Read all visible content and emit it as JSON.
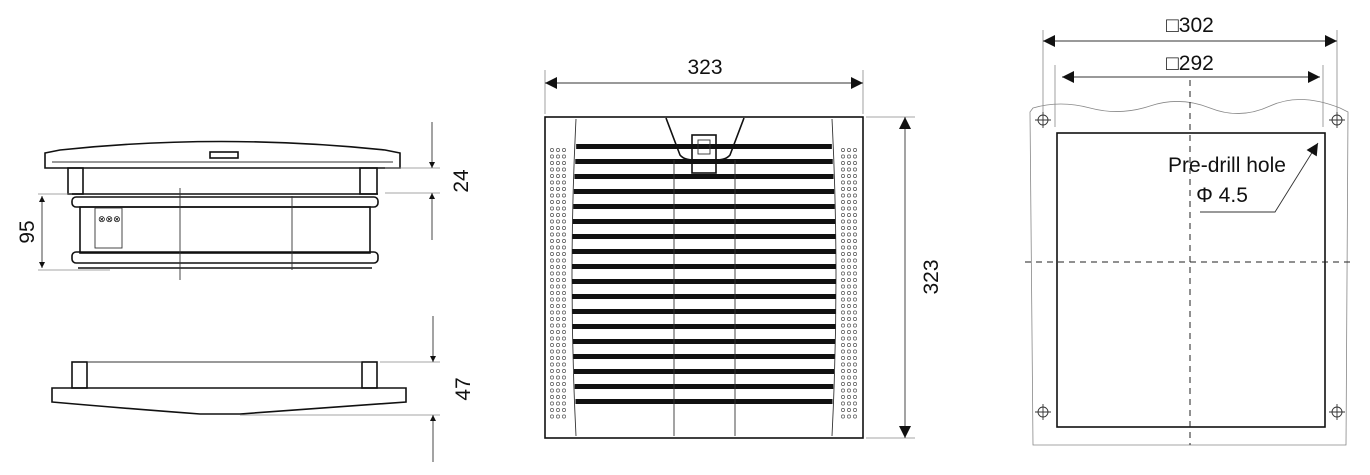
{
  "side_view": {
    "dim_cover_height": "24",
    "dim_body_height": "95"
  },
  "bottom_view": {
    "dim_height": "47"
  },
  "front_view": {
    "dim_width": "323",
    "dim_height": "323",
    "louver_count": 18
  },
  "cutout_view": {
    "dim_outer": "□302",
    "dim_inner": "□292",
    "note_line1": "Pre-drill hole",
    "note_line2": "Φ 4.5"
  }
}
